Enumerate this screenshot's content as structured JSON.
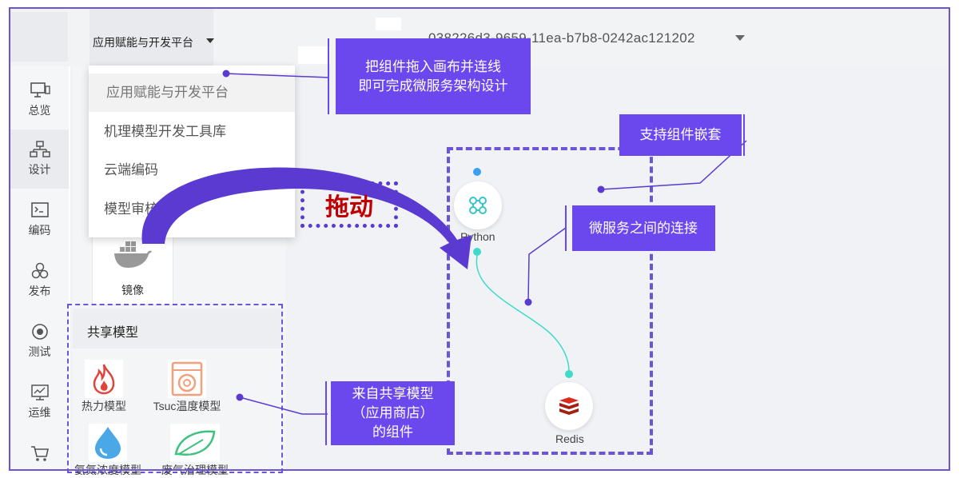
{
  "header": {
    "platform_label": "应用赋能与开发平台",
    "project_id": "038226d3-9659-11ea-b7b8-0242ac121202"
  },
  "sidebar": {
    "items": [
      {
        "label": "总览",
        "icon": "monitor-icon"
      },
      {
        "label": "设计",
        "icon": "hierarchy-icon"
      },
      {
        "label": "编码",
        "icon": "terminal-icon"
      },
      {
        "label": "发布",
        "icon": "cluster-icon"
      },
      {
        "label": "测试",
        "icon": "target-icon"
      },
      {
        "label": "运维",
        "icon": "chart-monitor-icon"
      },
      {
        "label": "",
        "icon": "cart-icon"
      }
    ]
  },
  "dropdown": {
    "items": [
      "应用赋能与开发平台",
      "机理模型开发工具库",
      "云端编码",
      "模型审核流"
    ]
  },
  "palette": {
    "image_label": "镜像",
    "shared_title": "共享模型",
    "models": [
      {
        "label": "热力模型",
        "icon": "flame-icon"
      },
      {
        "label": "Tsuc温度模型",
        "icon": "washer-icon"
      },
      {
        "label": "氨氮浓度模型",
        "icon": "water-drop-icon"
      },
      {
        "label": "废气治理模型",
        "icon": "leaf-icon"
      }
    ]
  },
  "canvas": {
    "nodes": [
      {
        "label": "Python",
        "icon": "python-cluster-icon"
      },
      {
        "label": "Redis",
        "icon": "redis-icon"
      }
    ]
  },
  "annotations": {
    "drag": "拖动",
    "drag_drop_line1": "把组件拖入画布并连线",
    "drag_drop_line2": "即可完成微服务架构设计",
    "nesting": "支持组件嵌套",
    "connection": "微服务之间的连接",
    "shared_line1": "来自共享模型",
    "shared_line2": "（应用商店）",
    "shared_line3": "的组件"
  },
  "colors": {
    "accent": "#6b47ee",
    "border": "#6b55d6",
    "drag_text": "#c00000",
    "connection": "#3ddbc8"
  }
}
